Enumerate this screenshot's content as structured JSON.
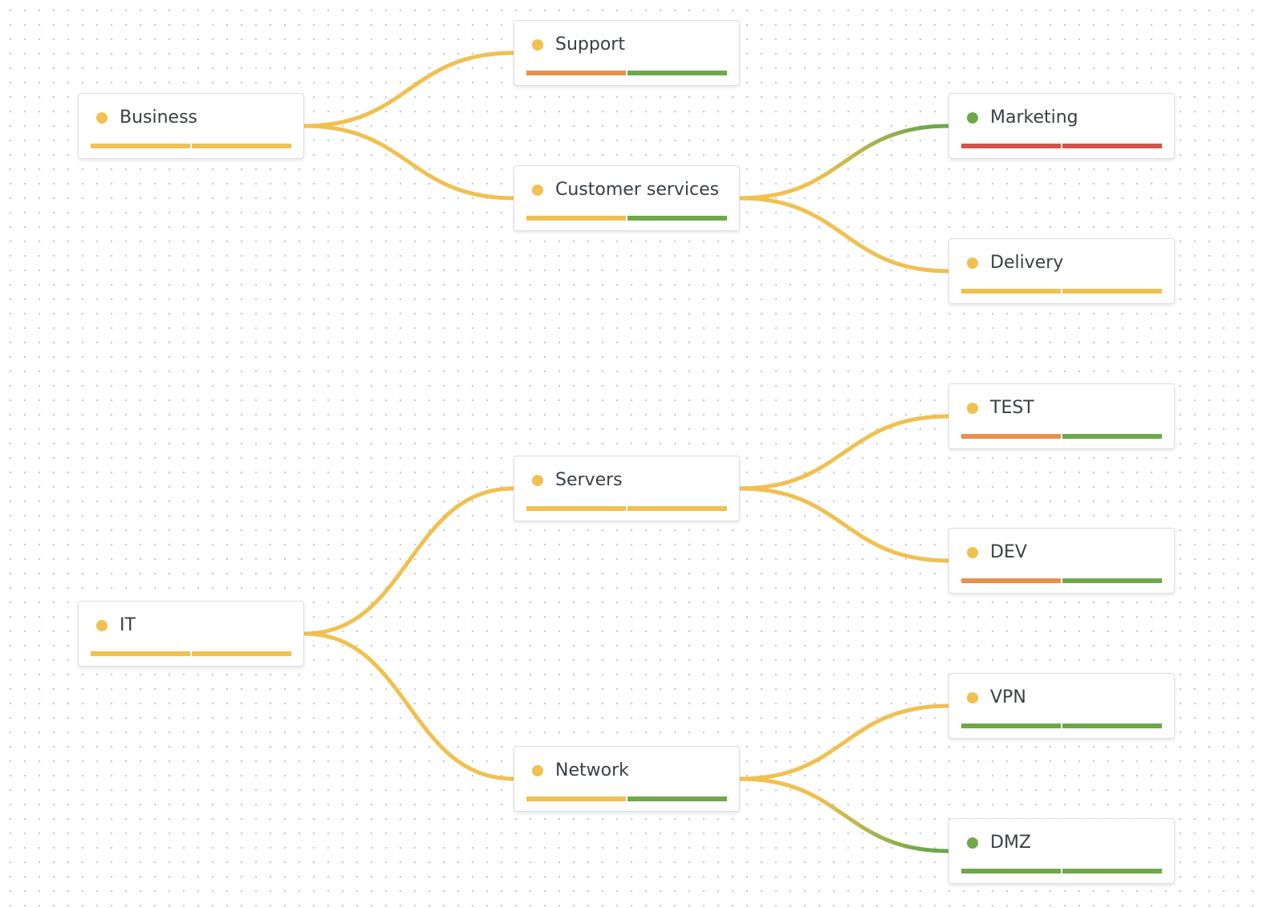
{
  "colors": {
    "yellow": "#f0c050",
    "green": "#6ea84a",
    "orange": "#e8904e",
    "red": "#d4544a"
  },
  "nodes": [
    {
      "id": "business",
      "label": "Business",
      "status": "yellow",
      "bar": [
        "yellow",
        "yellow"
      ]
    },
    {
      "id": "support",
      "label": "Support",
      "status": "yellow",
      "bar": [
        "orange",
        "green"
      ]
    },
    {
      "id": "customer-services",
      "label": "Customer services",
      "status": "yellow",
      "bar": [
        "yellow",
        "green"
      ]
    },
    {
      "id": "marketing",
      "label": "Marketing",
      "status": "green",
      "bar": [
        "red",
        "red"
      ]
    },
    {
      "id": "delivery",
      "label": "Delivery",
      "status": "yellow",
      "bar": [
        "yellow",
        "yellow"
      ]
    },
    {
      "id": "it",
      "label": "IT",
      "status": "yellow",
      "bar": [
        "yellow",
        "yellow"
      ]
    },
    {
      "id": "servers",
      "label": "Servers",
      "status": "yellow",
      "bar": [
        "yellow",
        "yellow"
      ]
    },
    {
      "id": "network",
      "label": "Network",
      "status": "yellow",
      "bar": [
        "yellow",
        "green"
      ]
    },
    {
      "id": "test",
      "label": "TEST",
      "status": "yellow",
      "bar": [
        "orange",
        "green"
      ]
    },
    {
      "id": "dev",
      "label": "DEV",
      "status": "yellow",
      "bar": [
        "orange",
        "green"
      ]
    },
    {
      "id": "vpn",
      "label": "VPN",
      "status": "yellow",
      "bar": [
        "green",
        "green"
      ]
    },
    {
      "id": "dmz",
      "label": "DMZ",
      "status": "green",
      "bar": [
        "green",
        "green"
      ]
    }
  ],
  "edges": [
    {
      "from": "business",
      "to": "support"
    },
    {
      "from": "business",
      "to": "customer-services"
    },
    {
      "from": "customer-services",
      "to": "marketing"
    },
    {
      "from": "customer-services",
      "to": "delivery"
    },
    {
      "from": "it",
      "to": "servers"
    },
    {
      "from": "it",
      "to": "network"
    },
    {
      "from": "servers",
      "to": "test"
    },
    {
      "from": "servers",
      "to": "dev"
    },
    {
      "from": "network",
      "to": "vpn"
    },
    {
      "from": "network",
      "to": "dmz"
    }
  ]
}
